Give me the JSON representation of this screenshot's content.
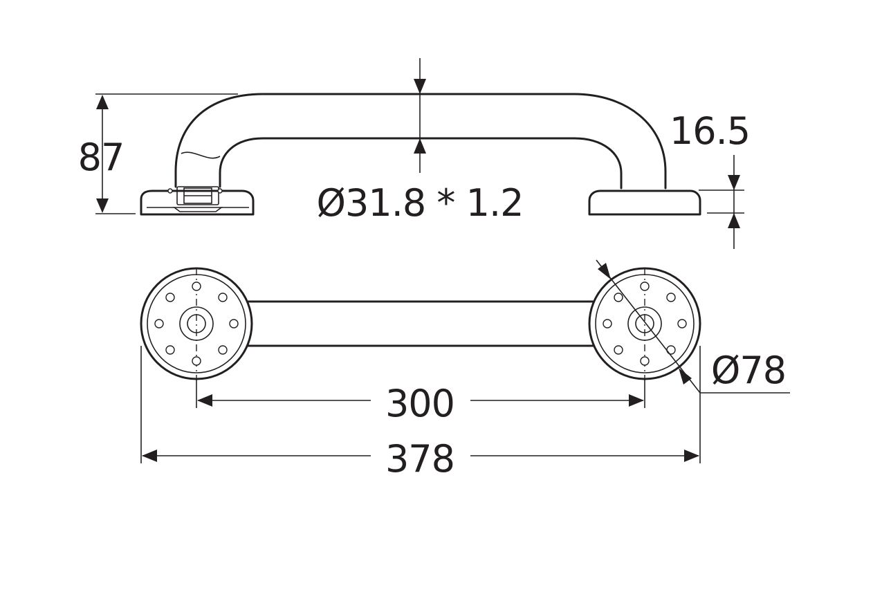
{
  "colors": {
    "line": "#231f20",
    "background": "#ffffff"
  },
  "dimensions": {
    "height": "87",
    "base_thickness": "16.5",
    "tube": "Ø31.8 * 1.2",
    "flange_diameter": "Ø78",
    "hole_spacing": "300",
    "overall_length": "378"
  }
}
